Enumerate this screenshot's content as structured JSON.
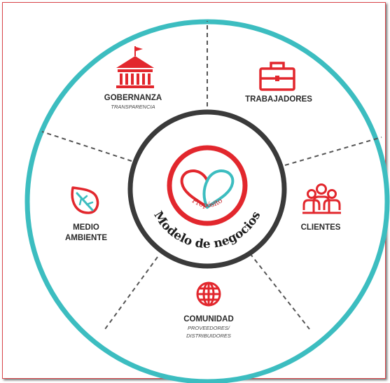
{
  "colors": {
    "outer_ring": "#3cbdc0",
    "inner_ring": "#3a3a3a",
    "accent_red": "#e2272d",
    "accent_teal": "#3cbdc0",
    "divider": "#555555"
  },
  "center": {
    "ring_text": "Modelo de negocios",
    "purpose_text": "Propósito",
    "icon": "heart-icon"
  },
  "segments": {
    "gobernanza": {
      "label": "GOBERNANZA",
      "sublabel": "TRANSPARENCIA",
      "icon": "government-building-icon"
    },
    "trabajadores": {
      "label": "TRABAJADORES",
      "icon": "briefcase-icon"
    },
    "clientes": {
      "label": "CLIENTES",
      "icon": "people-group-icon"
    },
    "comunidad": {
      "label": "COMUNIDAD",
      "sublabel_1": "PROVEEDORES/",
      "sublabel_2": "DISTRIBUIDORES",
      "icon": "globe-icon"
    },
    "medio_ambiente": {
      "label_1": "MEDIO",
      "label_2": "AMBIENTE",
      "icon": "leaf-icon"
    }
  }
}
